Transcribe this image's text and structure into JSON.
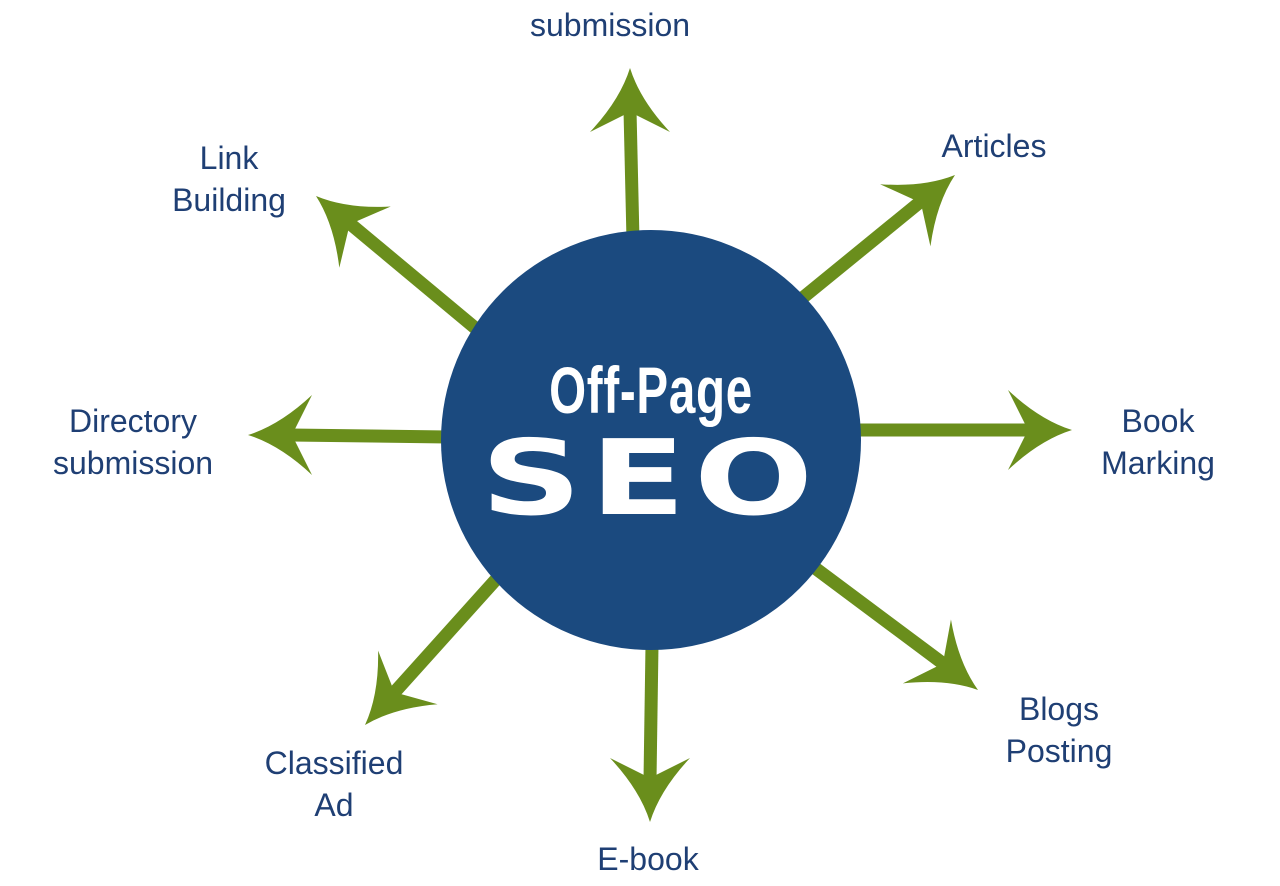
{
  "center": {
    "line1": "Off-Page",
    "line2": "SEO"
  },
  "labels": {
    "top": "submission",
    "articles": "Articles",
    "book_marking": [
      "Book",
      "Marking"
    ],
    "blogs_posting": [
      "Blogs",
      "Posting"
    ],
    "ebook": "E-book",
    "classified_ad": [
      "Classified",
      "Ad"
    ],
    "directory_submission": [
      "Directory",
      "submission"
    ],
    "link_building": [
      "Link",
      "Building"
    ]
  },
  "colors": {
    "circle": "#1b4a7f",
    "arrow": "#6a8e1c",
    "text": "#1f3f74"
  }
}
